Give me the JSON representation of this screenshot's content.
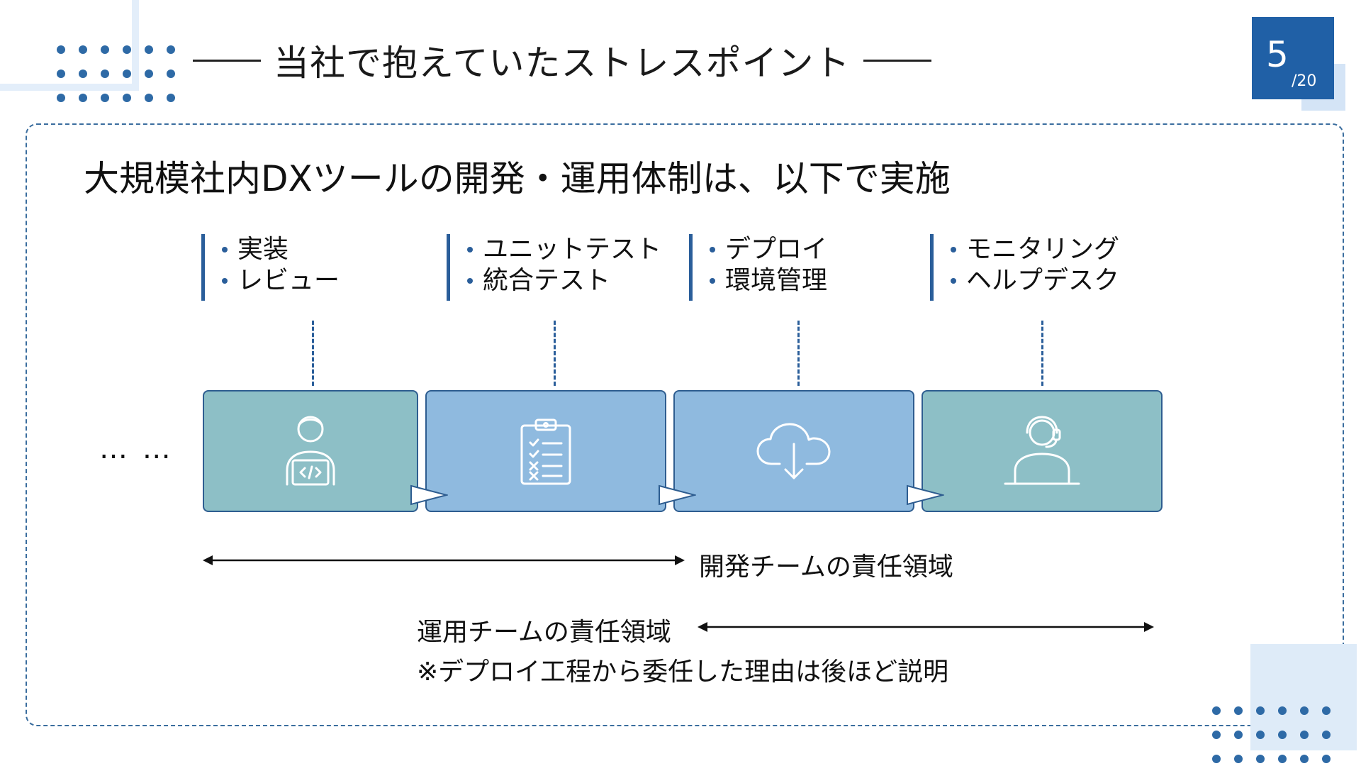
{
  "header": {
    "title": "当社で抱えていたストレスポイント",
    "page_number": "5",
    "page_total": "/20"
  },
  "main": {
    "subtitle": "大規模社内DXツールの開発・運用体制は、以下で実施",
    "ellipsis": "… …",
    "task_groups": [
      {
        "items": [
          "実装",
          "レビュー"
        ]
      },
      {
        "items": [
          "ユニットテスト",
          "統合テスト"
        ]
      },
      {
        "items": [
          "デプロイ",
          "環境管理"
        ]
      },
      {
        "items": [
          "モニタリング",
          "ヘルプデスク"
        ]
      }
    ],
    "phases": [
      {
        "icon": "developer-laptop-icon",
        "color": "#8dbfc6"
      },
      {
        "icon": "clipboard-checklist-icon",
        "color": "#8fbadf"
      },
      {
        "icon": "cloud-download-icon",
        "color": "#8fbadf"
      },
      {
        "icon": "headset-support-icon",
        "color": "#8dbfc6"
      }
    ],
    "dev_scope_label": "開発チームの責任領域",
    "ops_scope_label": "運用チームの責任領域",
    "note": "※デプロイ工程から委任した理由は後ほど説明"
  },
  "colors": {
    "accent": "#2060a6",
    "frame_border": "#3a6d9e",
    "phase_teal": "#8dbfc6",
    "phase_blue": "#8fbadf"
  }
}
